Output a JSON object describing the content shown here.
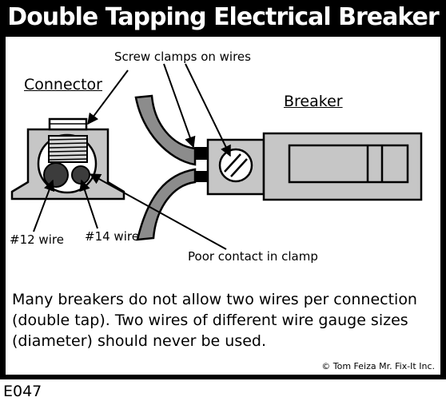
{
  "title": "Double Tapping Electrical Breaker",
  "labels": {
    "connector": "Connector",
    "screw_clamps": "Screw clamps on wires",
    "breaker": "Breaker",
    "wire_12": "#12 wire",
    "wire_14": "#14 wire",
    "poor_contact": "Poor contact in clamp"
  },
  "caption": [
    "Many breakers do not allow two wires per connection",
    "(double tap).  Two wires of different wire gauge sizes",
    "(diameter) should never be used."
  ],
  "copyright": "© Tom Feiza Mr. Fix-It Inc.",
  "code": "E047",
  "colors": {
    "frame": "#000000",
    "panel": "#ffffff",
    "connector_body": "#c6c6c6",
    "wire_insulation": "#8c8c8c",
    "wire_core": "#3c3c3c",
    "breaker_body": "#c6c6c6"
  }
}
